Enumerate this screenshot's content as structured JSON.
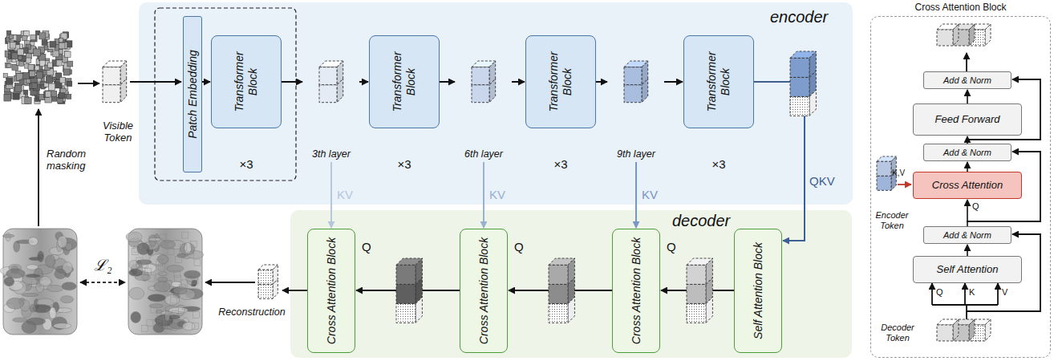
{
  "diagram": {
    "nodes": [
      {
        "text": [
          "encoder"
        ]
      },
      {
        "text": [
          "Patch Embedding"
        ],
        "in": 0
      },
      {
        "text": [
          "Transformer Block",
          "×3"
        ],
        "in": 0
      },
      {
        "text": [
          "3th layer"
        ],
        "in": 0
      },
      {
        "text": [
          "Transformer Block",
          "×3"
        ],
        "in": 0
      },
      {
        "text": [
          "6th layer"
        ],
        "in": 0
      },
      {
        "text": [
          "Transformer Block",
          "×3"
        ],
        "in": 0
      },
      {
        "text": [
          "9th layer"
        ],
        "in": 0
      },
      {
        "text": [
          "Transformer Block",
          "×3"
        ],
        "in": 0
      },
      {
        "text": [
          "decoder"
        ]
      },
      {
        "text": [
          "Self Attention Block"
        ],
        "in": 9
      },
      {
        "text": [
          "Cross Attention Block"
        ],
        "in": 9
      },
      {
        "text": [
          "Cross Attention Block"
        ],
        "in": 9
      },
      {
        "text": [
          "Cross Attention Block"
        ],
        "in": 9
      },
      {
        "text": [
          "Cross Attention Block"
        ]
      },
      {
        "text": [
          "Add & Norm"
        ],
        "in": 14
      },
      {
        "text": [
          "Feed Forward"
        ],
        "in": 14
      },
      {
        "text": [
          "Add & Norm"
        ],
        "in": 14
      },
      {
        "text": [
          "Cross Attention"
        ],
        "in": 14
      },
      {
        "text": [
          "Add & Norm"
        ],
        "in": 14
      },
      {
        "text": [
          "Self Attention"
        ],
        "in": 14
      }
    ],
    "edges": [
      {
        "from": 1,
        "to": 2,
        "arrow": "to"
      },
      {
        "from": 2,
        "to": 3,
        "arrow": "to"
      },
      {
        "from": 3,
        "to": 4,
        "arrow": "to"
      },
      {
        "from": 4,
        "to": 5,
        "arrow": "to"
      },
      {
        "from": 5,
        "to": 6,
        "arrow": "to"
      },
      {
        "from": 6,
        "to": 7,
        "arrow": "to"
      },
      {
        "from": 7,
        "to": 8,
        "arrow": "to"
      },
      {
        "from": 3,
        "to": 13,
        "label": "KV",
        "arrow": "to"
      },
      {
        "from": 5,
        "to": 12,
        "label": "KV",
        "arrow": "to"
      },
      {
        "from": 7,
        "to": 11,
        "label": "KV",
        "arrow": "to"
      },
      {
        "from": 8,
        "to": 10,
        "label": "QKV",
        "arrow": "to"
      },
      {
        "from": 10,
        "to": 11,
        "label": "Q",
        "arrow": "to"
      },
      {
        "from": 11,
        "to": 12,
        "label": "Q",
        "arrow": "to"
      },
      {
        "from": 12,
        "to": 13,
        "label": "Q",
        "arrow": "to"
      },
      {
        "from": 20,
        "to": 19,
        "arrow": "to"
      },
      {
        "from": 19,
        "to": 18,
        "label": "Q",
        "arrow": "to"
      },
      {
        "from": 18,
        "to": 17,
        "arrow": "to"
      },
      {
        "from": 17,
        "to": 16,
        "arrow": "to"
      },
      {
        "from": 16,
        "to": 15,
        "arrow": "to"
      }
    ],
    "labels": [
      "Visible Token",
      "Random masking",
      "ℒ₂",
      "Reconstruction",
      "K,V",
      "Encoder Token",
      "Q",
      "K",
      "V",
      "Decoder Token"
    ]
  }
}
